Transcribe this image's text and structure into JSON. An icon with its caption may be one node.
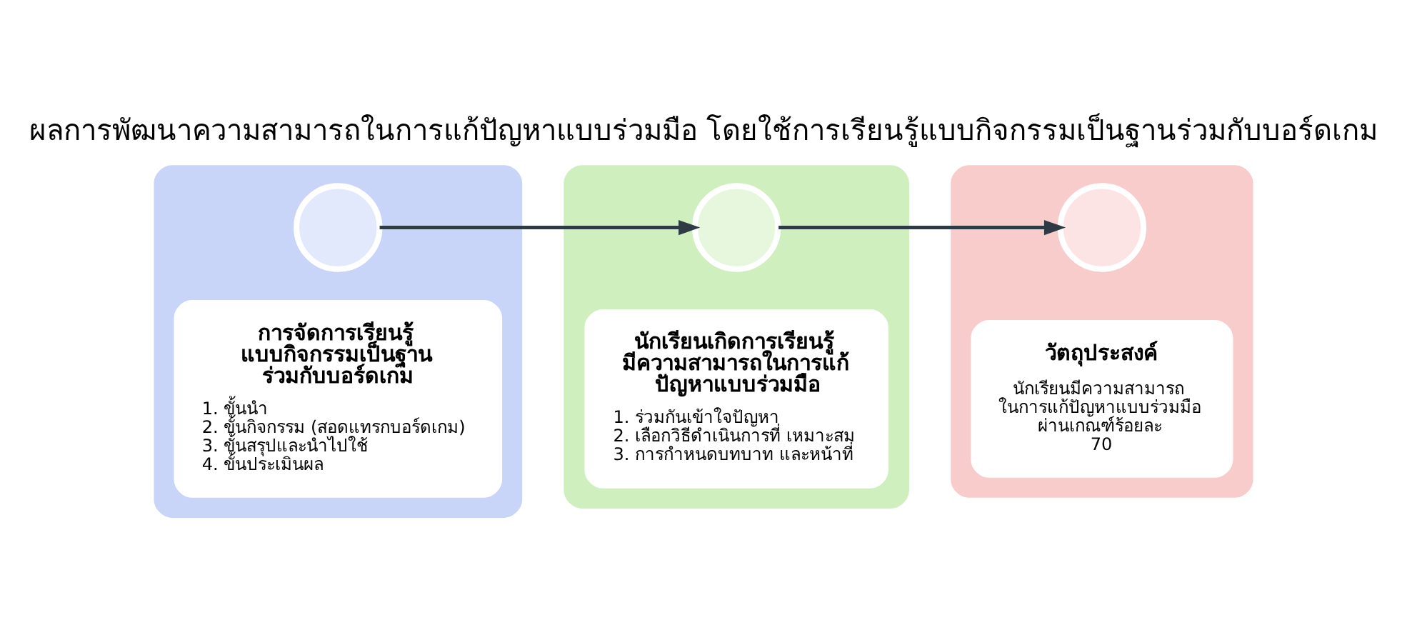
{
  "diagram": {
    "title": "ผลการพัฒนาความสามารถในการแก้ปัญหาแบบร่วมมือ โดยใช้การเรียนรู้แบบกิจกรรมเป็นฐานร่วมกับบอร์ดเกม",
    "nodes": [
      {
        "text": [],
        "shape": "box"
      },
      {
        "text": [],
        "shape": "circle",
        "in": 0
      },
      {
        "text": [
          "การจัดการเรียนรู้ แบบกิจกรรมเป็นฐาน ร่วมกับบอร์ดเกม",
          "1. ขั้นนำ",
          "2. ขั้นกิจกรรม (สอดแทรกบอร์ดเกม)",
          "3. ขั้นสรุปและนำไปใช้",
          "4. ขั้นประเมินผล"
        ],
        "in": 0
      },
      {
        "text": [],
        "shape": "box"
      },
      {
        "text": [],
        "shape": "circle",
        "in": 3
      },
      {
        "text": [
          "นักเรียนเกิดการเรียนรู้ มีความสามารถในการแก้ ปัญหาแบบร่วมมือ",
          "1. ร่วมกันเข้าใจปัญหา",
          "2. เลือกวิธีดำเนินการที่ เหมาะสม",
          "3. การกำหนดบทบาท และหน้าที่"
        ],
        "in": 3
      },
      {
        "text": [],
        "shape": "box"
      },
      {
        "text": [],
        "shape": "circle",
        "in": 6
      },
      {
        "text": [
          "วัตถุประสงค์",
          "นักเรียนมีความสามารถ ในการแก้ปัญหาแบบร่วมมือ ผ่านเกณฑ์ร้อยละ 70"
        ],
        "in": 6
      }
    ],
    "edges": [
      {
        "from": 1,
        "to": 4,
        "arrow": "to"
      },
      {
        "from": 4,
        "to": 7,
        "arrow": "to"
      }
    ]
  }
}
